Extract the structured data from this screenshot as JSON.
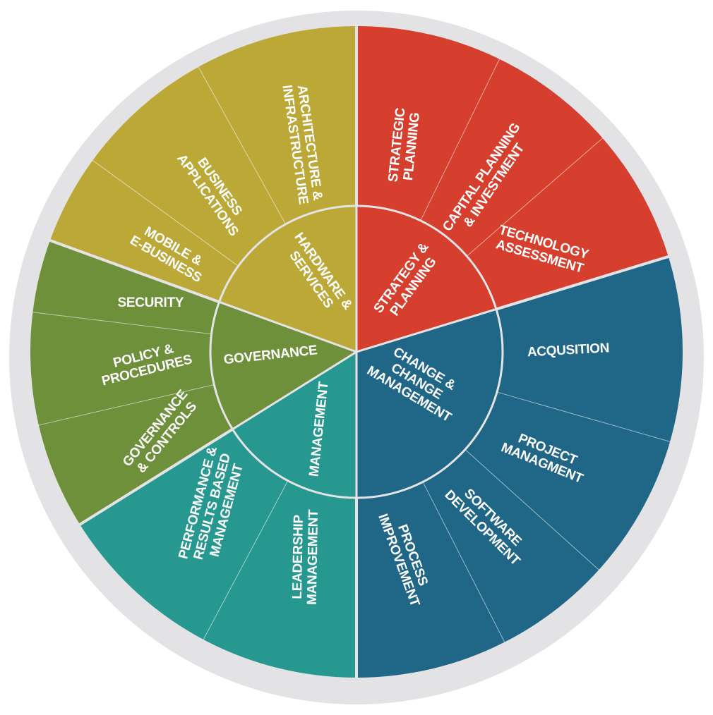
{
  "colors": {
    "ring": "#e3e3e5",
    "divider": "#e4e4e6"
  },
  "sectors": [
    {
      "id": "strategy",
      "color": "#d63e2e",
      "inner_label": [
        "STRATEGY &",
        "PLANNING"
      ],
      "items": [
        [
          "STRATEGIC",
          "PLANNING"
        ],
        [
          "CAPITAL PLANNING",
          "& INVESTMENT"
        ],
        [
          "TECHNOLOGY",
          "ASSESSMENT"
        ]
      ]
    },
    {
      "id": "change",
      "color": "#1f6687",
      "inner_label": [
        "CHANGE &",
        "CHANGE",
        "MANAGEMENT"
      ],
      "items": [
        [
          "ACQUSITION"
        ],
        [
          "PROJECT",
          "MANAGMENT"
        ],
        [
          "SOFTWARE",
          "DEVELOPMENT"
        ],
        [
          "PROCESS",
          "IMPROVEMENT"
        ]
      ]
    },
    {
      "id": "management",
      "color": "#279890",
      "inner_label": [
        "MANAGEMENT"
      ],
      "items": [
        [
          "LEADERSHIP",
          "MANAGEMENT"
        ],
        [
          "PERFORMANCE &",
          "RESULTS BASED",
          "MANAGEMENT"
        ]
      ]
    },
    {
      "id": "governance",
      "color": "#6e903b",
      "inner_label": [
        "GOVERNANCE"
      ],
      "items": [
        [
          "GOVERNANCE",
          "& CONTROLS"
        ],
        [
          "POLICY &",
          "PROCEDURES"
        ],
        [
          "SECURITY"
        ]
      ]
    },
    {
      "id": "hardware",
      "color": "#bba837",
      "inner_label": [
        "HARDWARE &",
        "SERVICES"
      ],
      "items": [
        [
          "MOBILE &",
          "E-BUSINESS"
        ],
        [
          "BUSINESS",
          "APPLICATIONS"
        ],
        [
          "ARCHITECTURE &",
          "INFRASTRUCTURE"
        ]
      ]
    }
  ]
}
